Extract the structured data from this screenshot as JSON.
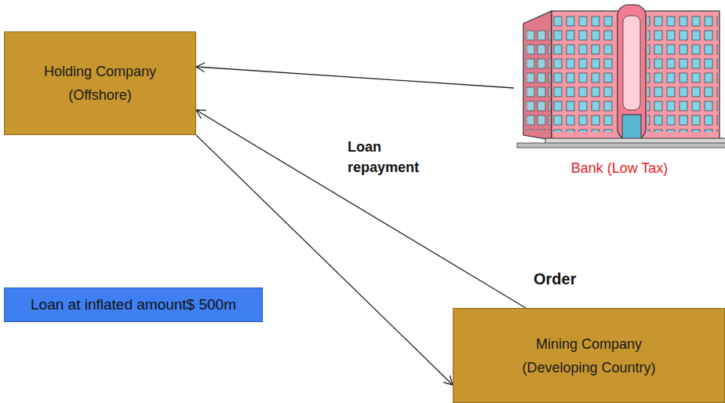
{
  "diagram": {
    "nodes": [
      {
        "text": [
          "Holding Company (Offshore)"
        ]
      },
      {
        "text": [
          "Mining Company (Developing Country)"
        ]
      },
      {
        "text": [
          "Bank (Low Tax)"
        ]
      },
      {
        "text": [
          "Loan at inflated amount$ 500m"
        ]
      }
    ],
    "edges": [
      {
        "from": 2,
        "to": 0,
        "arrow": "to"
      },
      {
        "from": 0,
        "to": 1,
        "arrow": "to"
      },
      {
        "from": 1,
        "to": 0,
        "arrow": "to",
        "label": "Loan repayment"
      }
    ],
    "labels": [
      "Order"
    ]
  }
}
